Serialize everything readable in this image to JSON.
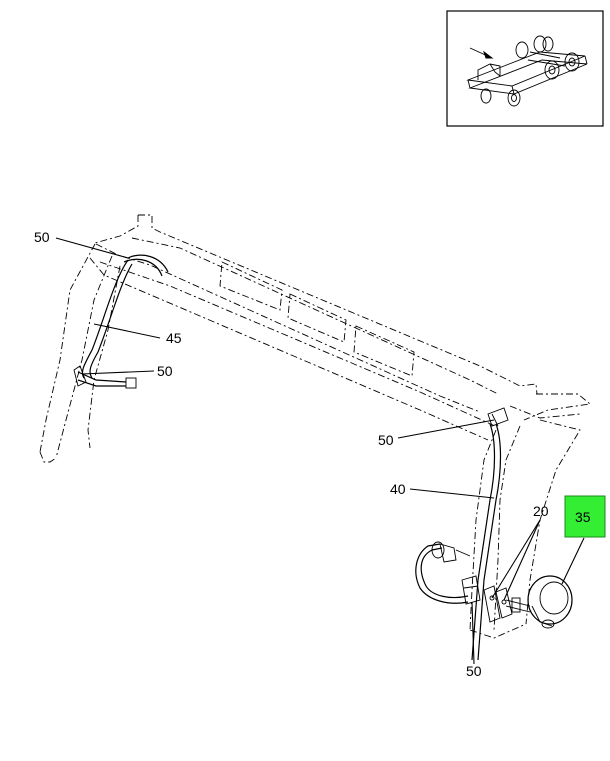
{
  "callouts": {
    "c50_top_left": "50",
    "c45": "45",
    "c50_left": "50",
    "c50_mid_right": "50",
    "c40": "40",
    "c20": "20",
    "c35": "35",
    "c50_bottom": "50"
  },
  "colors": {
    "highlight_fill": "#33ee33",
    "highlight_stroke": "#1a8c1a",
    "line": "#000000",
    "background": "#ffffff"
  }
}
